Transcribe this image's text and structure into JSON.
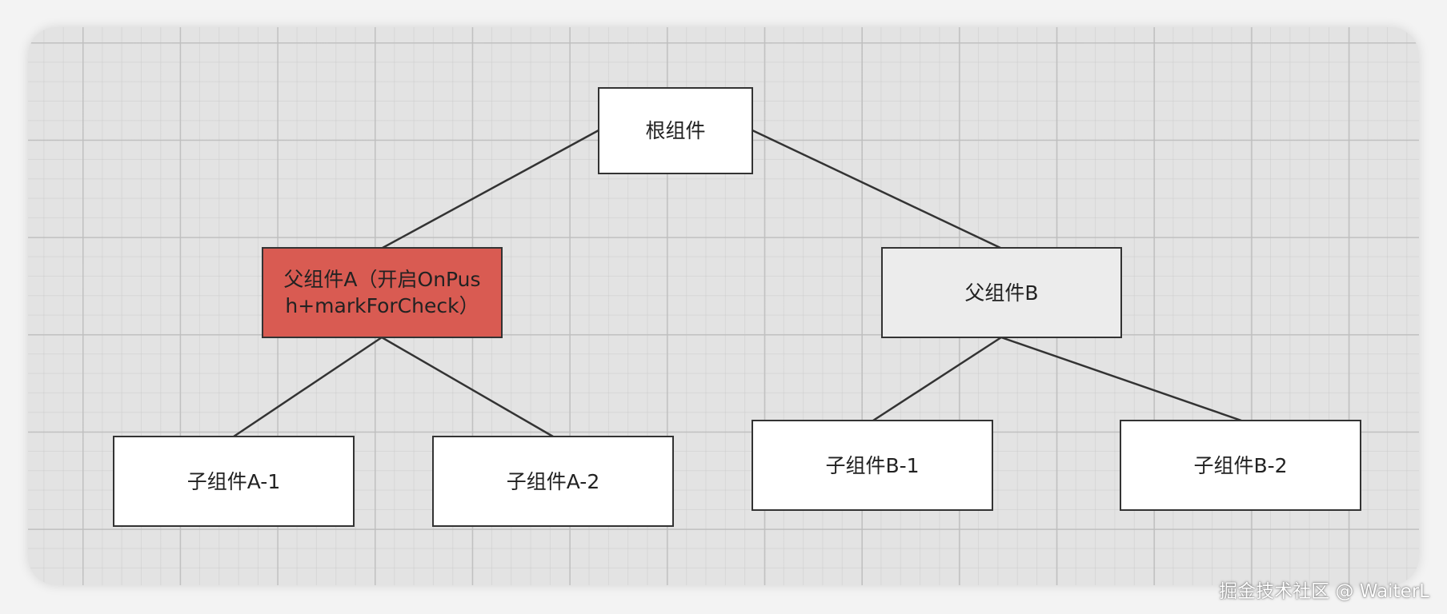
{
  "diagram": {
    "nodes": {
      "root": {
        "label": "根组件"
      },
      "parent_a": {
        "label": "父组件A（开启OnPush+markForCheck）"
      },
      "parent_b": {
        "label": "父组件B"
      },
      "child_a1": {
        "label": "子组件A-1"
      },
      "child_a2": {
        "label": "子组件A-2"
      },
      "child_b1": {
        "label": "子组件B-1"
      },
      "child_b2": {
        "label": "子组件B-2"
      }
    },
    "edges": [
      {
        "from": "root",
        "to": "parent_a"
      },
      {
        "from": "root",
        "to": "parent_b"
      },
      {
        "from": "parent_a",
        "to": "child_a1"
      },
      {
        "from": "parent_a",
        "to": "child_a2"
      },
      {
        "from": "parent_b",
        "to": "child_b1"
      },
      {
        "from": "parent_b",
        "to": "child_b2"
      }
    ],
    "colors": {
      "default_fill": "#ffffff",
      "highlight_fill": "#d95b52",
      "muted_fill": "#ececec",
      "stroke": "#333333"
    }
  },
  "watermark": {
    "text": "掘金技术社区 @ WaiterL"
  }
}
